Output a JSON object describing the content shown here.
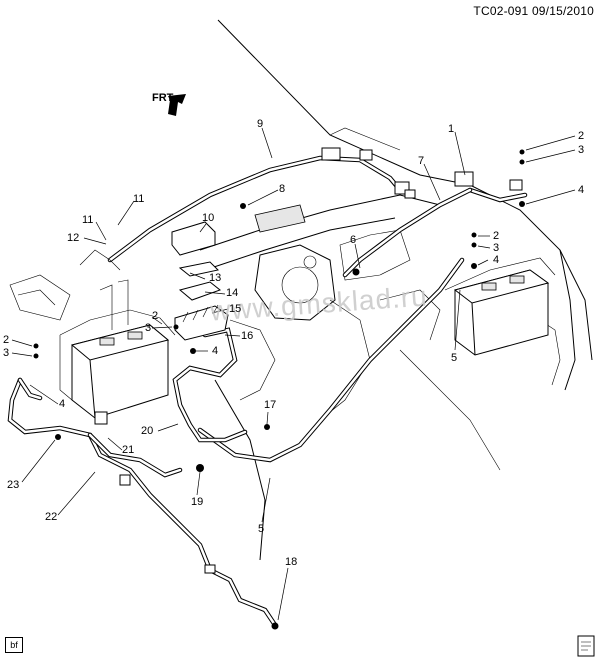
{
  "header": {
    "code": "TC02-091",
    "date": "09/15/2010"
  },
  "watermark": "www.gmsklad.ru",
  "corner_tag": "bf",
  "direction_label": "FRT",
  "icons": {
    "direction": "arrow-icon",
    "document": "document-icon"
  },
  "callouts": [
    {
      "id": "c1",
      "label": "1"
    },
    {
      "id": "c2a",
      "label": "2"
    },
    {
      "id": "c3a",
      "label": "3"
    },
    {
      "id": "c4a",
      "label": "4"
    },
    {
      "id": "c2b",
      "label": "2"
    },
    {
      "id": "c3b",
      "label": "3"
    },
    {
      "id": "c4b",
      "label": "4"
    },
    {
      "id": "c5a",
      "label": "5"
    },
    {
      "id": "c6",
      "label": "6"
    },
    {
      "id": "c7",
      "label": "7"
    },
    {
      "id": "c8",
      "label": "8"
    },
    {
      "id": "c9",
      "label": "9"
    },
    {
      "id": "c10",
      "label": "10"
    },
    {
      "id": "c11a",
      "label": "11"
    },
    {
      "id": "c11b",
      "label": "11"
    },
    {
      "id": "c12",
      "label": "12"
    },
    {
      "id": "c13",
      "label": "13"
    },
    {
      "id": "c14",
      "label": "14"
    },
    {
      "id": "c15",
      "label": "15"
    },
    {
      "id": "c2c",
      "label": "2"
    },
    {
      "id": "c3c",
      "label": "3"
    },
    {
      "id": "c16",
      "label": "16"
    },
    {
      "id": "c4c",
      "label": "4"
    },
    {
      "id": "c2d",
      "label": "2"
    },
    {
      "id": "c3d",
      "label": "3"
    },
    {
      "id": "c4d",
      "label": "4"
    },
    {
      "id": "c17",
      "label": "17"
    },
    {
      "id": "c20",
      "label": "20"
    },
    {
      "id": "c21",
      "label": "21"
    },
    {
      "id": "c19",
      "label": "19"
    },
    {
      "id": "c5b",
      "label": "5"
    },
    {
      "id": "c23",
      "label": "23"
    },
    {
      "id": "c22",
      "label": "22"
    },
    {
      "id": "c18",
      "label": "18"
    }
  ]
}
